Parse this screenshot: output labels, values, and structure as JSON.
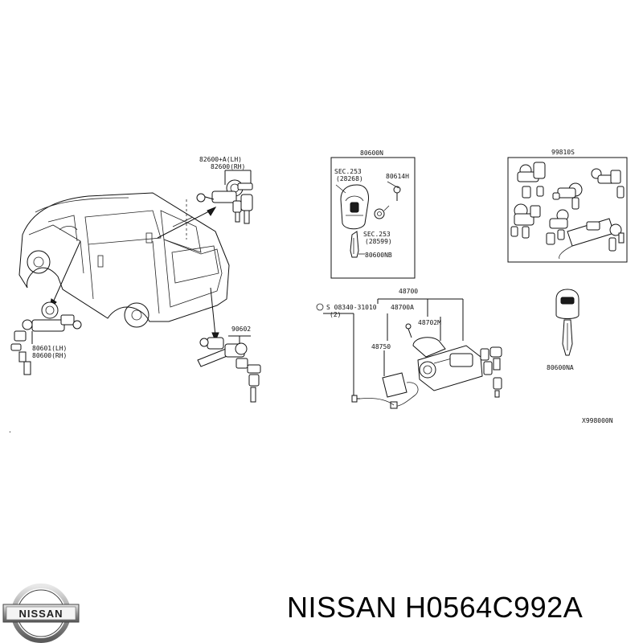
{
  "diagram": {
    "callouts": {
      "rear_lock_lh_rh": [
        "82600+A(LH)",
        "82600(RH)"
      ],
      "front_lock_lh_rh": [
        "80601(LH)",
        "80600(RH)"
      ],
      "back_door_lock": "90602",
      "key_set_box": "80600N",
      "sec_253_a": [
        "SEC.253",
        "(28268)"
      ],
      "screw": "80614H",
      "sec_253_b": [
        "SEC.253",
        "(28599)"
      ],
      "key_blank_inner": "80600NB",
      "lock_kit": "99810S",
      "ignition_assy": "48700",
      "bolt_code": [
        "S 08340-31010",
        "(2)"
      ],
      "ignition_part_a": "48700A",
      "ignition_part_m": "48702M",
      "ignition_switch": "48750",
      "key_blank": "80600NA",
      "diagram_ref": "X998000N"
    }
  },
  "logo": {
    "text": "NISSAN"
  },
  "caption": {
    "brand": "NISSAN",
    "part_number": "H0564C992A"
  }
}
